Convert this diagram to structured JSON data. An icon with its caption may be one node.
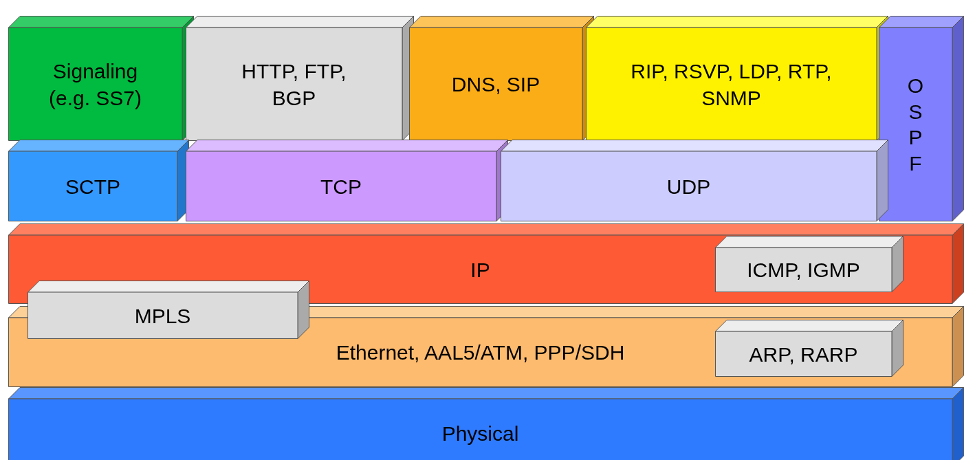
{
  "diagram": {
    "nodes": [
      {
        "text": [
          "Signaling (e.g. SS7)"
        ]
      },
      {
        "text": [
          "HTTP, FTP, BGP"
        ]
      },
      {
        "text": [
          "DNS, SIP"
        ]
      },
      {
        "text": [
          "RIP, RSVP, LDP, RTP, SNMP"
        ]
      },
      {
        "text": [
          "OSPF"
        ]
      },
      {
        "text": [
          "SCTP"
        ]
      },
      {
        "text": [
          "TCP"
        ]
      },
      {
        "text": [
          "UDP"
        ]
      },
      {
        "text": [
          "IP"
        ]
      },
      {
        "text": [
          "ICMP, IGMP"
        ],
        "in": 8
      },
      {
        "text": [
          "MPLS"
        ]
      },
      {
        "text": [
          "Ethernet, AAL5/ATM, PPP/SDH"
        ]
      },
      {
        "text": [
          "ARP, RARP"
        ],
        "in": 11
      },
      {
        "text": [
          "Physical"
        ]
      }
    ]
  }
}
